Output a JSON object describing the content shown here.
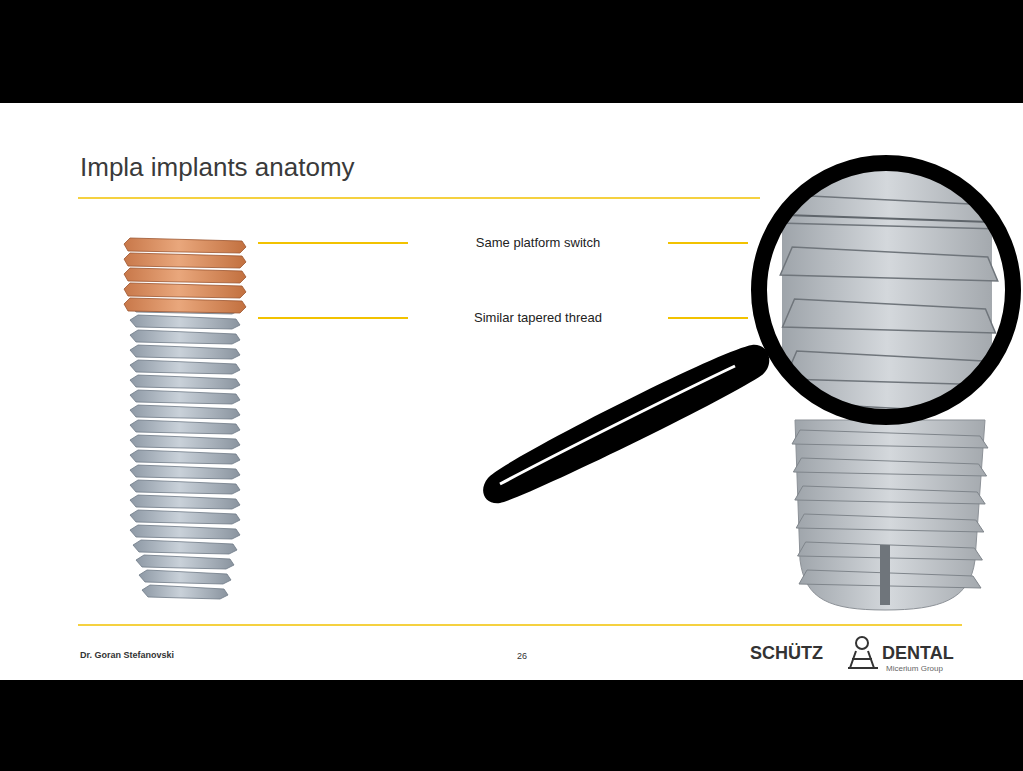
{
  "diagram": {
    "title": "Impla implants anatomy",
    "labels": [
      "Same platform switch",
      "Similar tapered thread",
      "Dr. Goran Stefanovski",
      "26",
      "SCHÜTZ",
      "DENTAL",
      "Micerium Group"
    ]
  }
}
